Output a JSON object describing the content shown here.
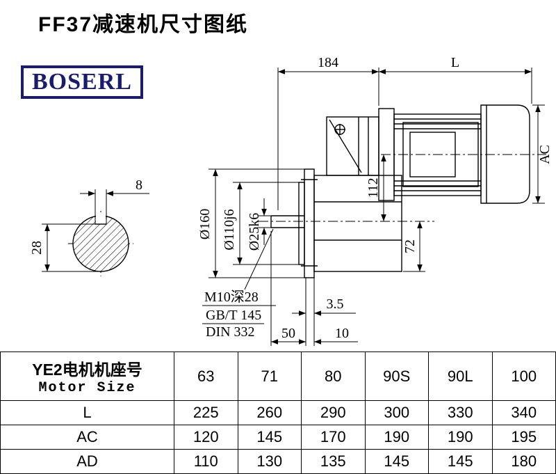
{
  "page": {
    "title": "FF37减速机尺寸图纸"
  },
  "logo": {
    "text": "BOSERL",
    "color": "#1b1b6e"
  },
  "drawing": {
    "dim_184": "184",
    "dim_L": "L",
    "dim_AC": "AC",
    "dim_112": "112",
    "dim_72": "72",
    "dia_160": "Ø160",
    "dia_110": "Ø110j6",
    "dia_25": "Ø25k6",
    "key_width": "8",
    "key_depth": "28",
    "note_tap": "M10深28",
    "note_gb": "GB/T 145",
    "note_din": "DIN 332",
    "dim_3_5": "3.5",
    "dim_50": "50",
    "dim_10": "10"
  },
  "table": {
    "header_cn": "YE2电机机座号",
    "header_en": "Motor Size",
    "columns": [
      "63",
      "71",
      "80",
      "90S",
      "90L",
      "100"
    ],
    "rows": [
      {
        "label": "L",
        "values": [
          "225",
          "260",
          "290",
          "300",
          "330",
          "340"
        ]
      },
      {
        "label": "AC",
        "values": [
          "120",
          "145",
          "170",
          "190",
          "190",
          "195"
        ]
      },
      {
        "label": "AD",
        "values": [
          "110",
          "130",
          "135",
          "145",
          "145",
          "180"
        ]
      }
    ]
  }
}
